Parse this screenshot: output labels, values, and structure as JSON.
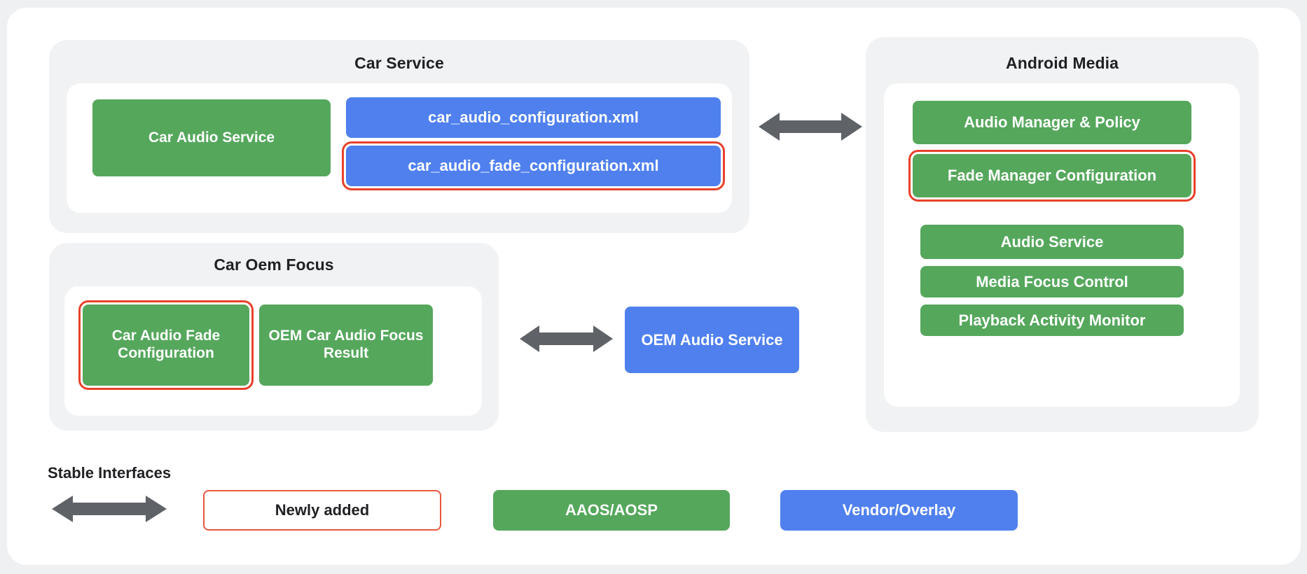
{
  "diagram": {
    "title_car_service": "Car Service",
    "title_car_oem_focus": "Car Oem Focus",
    "title_android_media": "Android Media",
    "colors": {
      "green_aaos": "#55a75c",
      "blue_vendor": "#4f80ee",
      "highlight_red": "#e8412a",
      "panel_grey": "#f1f2f3",
      "page_background": "#eef0f2",
      "card_white": "#ffffff",
      "arrow_grey": "#5f6368",
      "text_dark": "#202124"
    }
  },
  "car_service": {
    "boxes": [
      {
        "label": "Car Audio Service",
        "type": "green",
        "highlighted": false
      },
      {
        "label": "car_audio_configuration.xml",
        "type": "blue",
        "highlighted": false
      },
      {
        "label": "car_audio_fade_configuration.xml",
        "type": "blue",
        "highlighted": true
      }
    ]
  },
  "car_oem_focus": {
    "boxes": [
      {
        "label": "Car Audio Fade Configuration",
        "type": "green",
        "highlighted": true
      },
      {
        "label": "OEM Car Audio Focus Result",
        "type": "green",
        "highlighted": false
      }
    ]
  },
  "middle": {
    "oem_audio_service": "OEM Audio Service"
  },
  "android_media": {
    "boxes": [
      {
        "label": "Audio Manager & Policy",
        "type": "green",
        "highlighted": false
      },
      {
        "label": "Fade Manager Configuration",
        "type": "green",
        "highlighted": true
      },
      {
        "label": "Audio Service",
        "type": "green",
        "highlighted": false
      },
      {
        "label": "Media Focus Control",
        "type": "green",
        "highlighted": false
      },
      {
        "label": "Playback Activity Monitor",
        "type": "green",
        "highlighted": false
      }
    ]
  },
  "legend": {
    "stable_interfaces_label": "Stable Interfaces",
    "newly_added_label": "Newly added",
    "aaos_label": "AAOS/AOSP",
    "vendor_label": "Vendor/Overlay"
  }
}
